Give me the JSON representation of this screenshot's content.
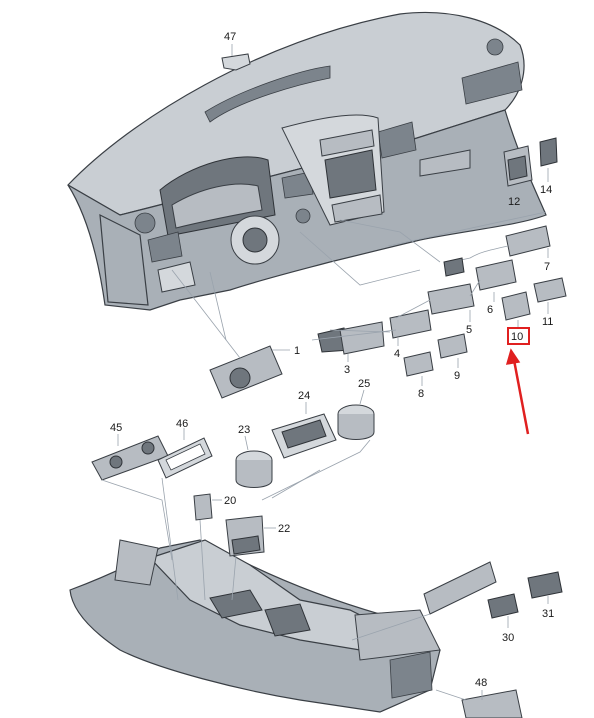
{
  "diagram": {
    "callouts": [
      {
        "id": "c47",
        "text": "47"
      },
      {
        "id": "c1",
        "text": "1"
      },
      {
        "id": "c3",
        "text": "3"
      },
      {
        "id": "c4",
        "text": "4"
      },
      {
        "id": "c5",
        "text": "5"
      },
      {
        "id": "c6",
        "text": "6"
      },
      {
        "id": "c7",
        "text": "7"
      },
      {
        "id": "c8",
        "text": "8"
      },
      {
        "id": "c9",
        "text": "9"
      },
      {
        "id": "c10",
        "text": "10"
      },
      {
        "id": "c11",
        "text": "11"
      },
      {
        "id": "c12",
        "text": "12"
      },
      {
        "id": "c14",
        "text": "14"
      },
      {
        "id": "c20",
        "text": "20"
      },
      {
        "id": "c22",
        "text": "22"
      },
      {
        "id": "c23",
        "text": "23"
      },
      {
        "id": "c24",
        "text": "24"
      },
      {
        "id": "c25",
        "text": "25"
      },
      {
        "id": "c30",
        "text": "30"
      },
      {
        "id": "c31",
        "text": "31"
      },
      {
        "id": "c45",
        "text": "45"
      },
      {
        "id": "c46",
        "text": "46"
      },
      {
        "id": "c48",
        "text": "48"
      }
    ],
    "highlight": {
      "callout": "10",
      "color": "#e02020"
    },
    "colors": {
      "part": "#b7bcc2",
      "line": "#3a3f45",
      "leader": "#9aa3ad",
      "accent": "#e02020"
    }
  }
}
